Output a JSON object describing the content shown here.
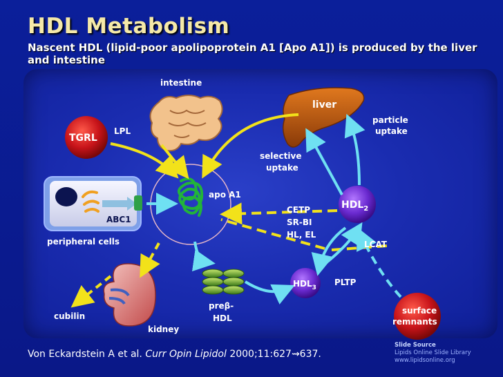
{
  "title": "HDL Metabolism",
  "subtitle": "Nascent HDL (lipid-poor apolipoprotein A1 [Apo A1]) is produced by the liver and intestine",
  "labels": {
    "intestine": "intestine",
    "liver": "liver",
    "particle_uptake_1": "particle",
    "particle_uptake_2": "uptake",
    "tgrl": "TGRL",
    "lpl": "LPL",
    "selective_uptake_1": "selective",
    "selective_uptake_2": "uptake",
    "apo_a1": "apo A1",
    "hdl2": "HDL",
    "hdl2_sub": "2",
    "abc1": "ABC1",
    "cetp": "CETP",
    "srbi": "SR-BI",
    "hl_el": "HL, EL",
    "peripheral_cells": "peripheral cells",
    "lcat": "LCAT",
    "hdl3": "HDL",
    "hdl3_sub": "3",
    "pltp": "PLTP",
    "pre_beta_hdl_1": "pre",
    "pre_beta_hdl_beta": "β",
    "pre_beta_hdl_dash": "-",
    "pre_beta_hdl_2": "HDL",
    "cubilin": "cubilin",
    "kidney": "kidney",
    "surface_remnants_1": "surface",
    "surface_remnants_2": "remnants"
  },
  "citation": {
    "authors": "Von Eckardstein A et al.",
    "journal": "Curr Opin Lipidol",
    "ref": "2000;11:627",
    "sym": "⇝",
    "end": "637."
  },
  "source": {
    "head": "Slide Source",
    "line1": "Lipids Online Slide Library",
    "line2": "www.lipidsonline.org"
  }
}
